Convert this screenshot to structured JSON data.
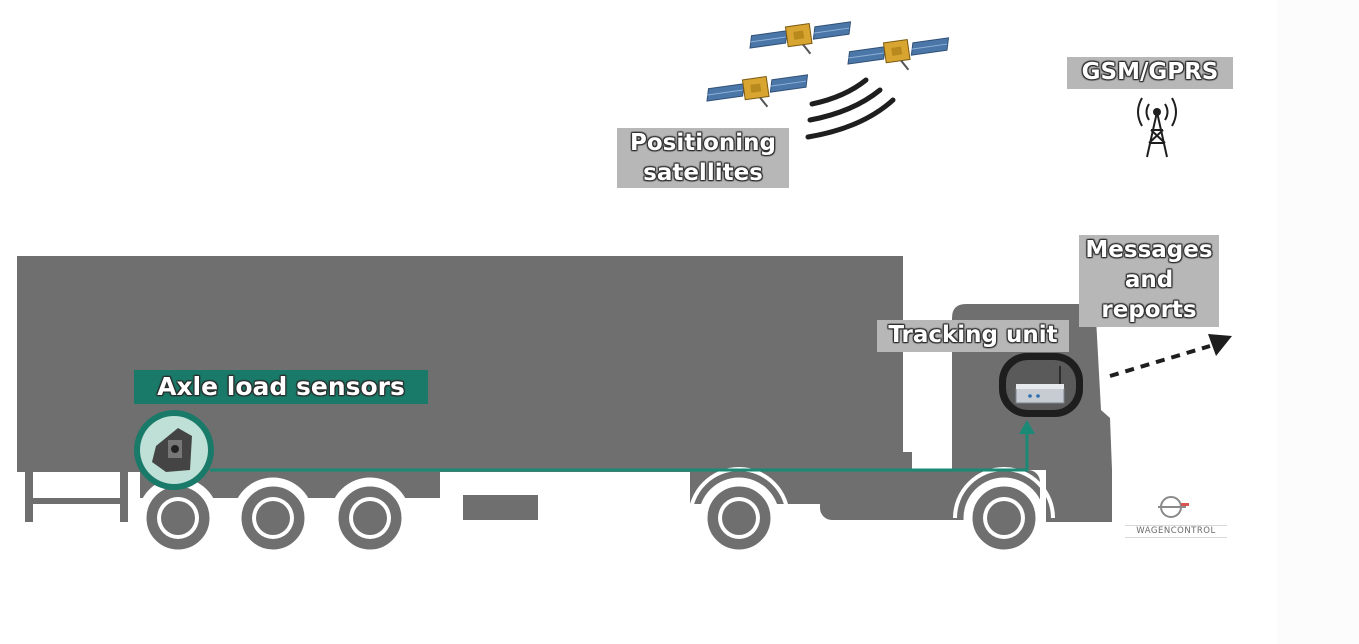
{
  "labels": {
    "gsm": "GSM/GPRS",
    "satellites_line1": "Positioning",
    "satellites_line2": "satellites",
    "messages_line1": "Messages",
    "messages_line2": "and",
    "messages_line3": "reports",
    "tracking_unit": "Tracking unit",
    "axle_sensors": "Axle load sensors",
    "brand": "WAGENCONTROL"
  },
  "colors": {
    "truck": "#6f6f6f",
    "label_bg": "#b7b7b7",
    "sensor_accent": "#1a7a69",
    "connection_line": "#1a8a76",
    "wheel_rim": "#ffffff"
  },
  "icons": {
    "satellites": "satellite-icon",
    "signal_waves": "signal-waves-icon",
    "antenna": "radio-tower-icon",
    "tracking_device": "tracking-device-icon",
    "sensor": "axle-sensor-icon",
    "arrow": "dashed-arrow-icon",
    "logo": "wagencontrol-logo"
  }
}
